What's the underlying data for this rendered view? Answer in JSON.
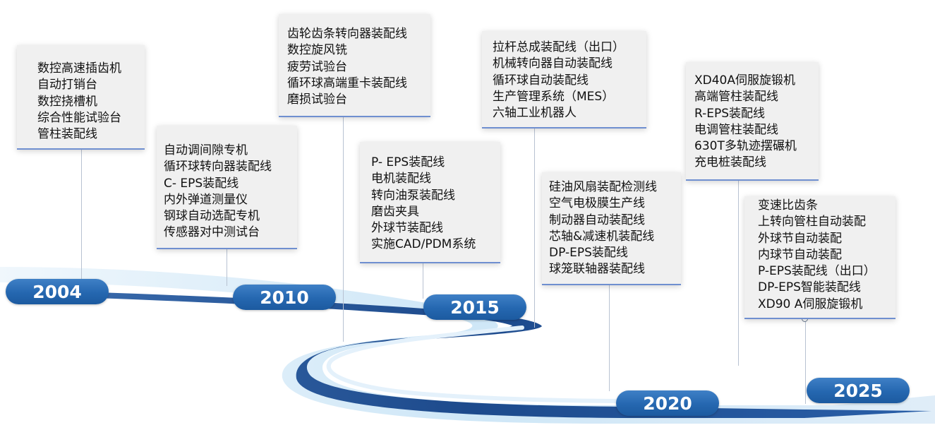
{
  "milestones": [
    {
      "year": "2004",
      "items": [
        "数控高速插齿机",
        "自动打销台",
        "数控挠槽机",
        "综合性能试验台",
        "管柱装配线"
      ]
    },
    {
      "year": "2010",
      "items": [
        "自动调间隙专机",
        "循环球转向器装配线",
        "C- EPS装配线",
        "内外弹道测量仪",
        "钢球自动选配专机",
        "传感器对中测试台"
      ]
    },
    {
      "year": "",
      "items": [
        "齿轮齿条转向器装配线",
        "数控旋风铣",
        "疲劳试验台",
        "循环球高端重卡装配线",
        "磨损试验台"
      ]
    },
    {
      "year": "2015",
      "items": [
        "P- EPS装配线",
        "电机装配线",
        "转向油泵装配线",
        "磨齿夹具",
        "外球节装配线",
        "实施CAD/PDM系统"
      ]
    },
    {
      "year": "",
      "items": [
        "拉杆总成装配线（出口）",
        "机械转向器自动装配线",
        "循环球自动装配线",
        "生产管理系统（MES）",
        "六轴工业机器人"
      ]
    },
    {
      "year": "2020",
      "items": [
        "硅油风扇装配检测线",
        "空气电极膜生产线",
        "制动器自动装配线",
        "芯轴&减速机装配线",
        "DP-EPS装配线",
        "球笼联轴器装配线"
      ]
    },
    {
      "year": "",
      "items": [
        "XD40A伺服旋锻机",
        "高端管柱装配线",
        "R-EPS装配线",
        "电调管柱装配线",
        "630T多轨迹摆碾机",
        "充电桩装配线"
      ]
    },
    {
      "year": "2025",
      "items": [
        "变速比齿条",
        "上转向管柱自动装配",
        "外球节自动装配",
        "内球节自动装配",
        "P-EPS装配线（出口）",
        "DP-EPS智能装配线",
        "XD90 A伺服旋锻机"
      ]
    }
  ],
  "colors": {
    "road_dark": "#1f4e8f",
    "road_light": "#cfe6f7",
    "pill": "#2567b0",
    "card_rule": "#6f8fd0"
  }
}
